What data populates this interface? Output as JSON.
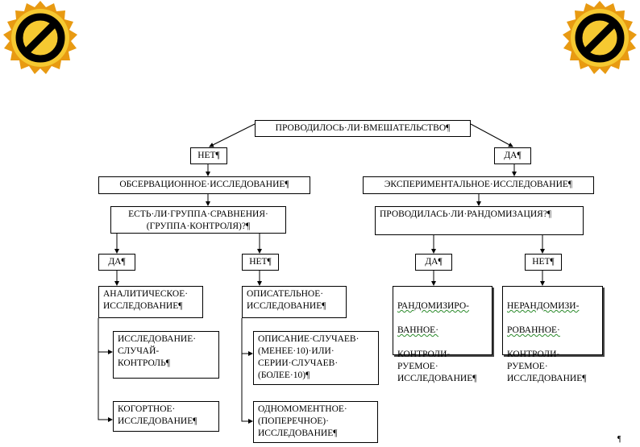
{
  "badges": {
    "left_icon": "no-entry-sign-icon",
    "right_icon": "no-entry-sign-icon",
    "gold": "#f2c12e",
    "ring": "#e89a12"
  },
  "root": "ПРОВОДИЛОСЬ·ЛИ·ВМЕШАТЕЛЬСТВО¶",
  "left": {
    "no": "НЕТ¶",
    "observational": "ОБСЕРВАЦИОННОЕ·ИССЛЕДОВАНИЕ¶",
    "comparison_group": "ЕСТЬ·ЛИ·ГРУППА·СРАВНЕНИЯ·\n(ГРУППА·КОНТРОЛЯ)?¶",
    "yes_branch": "ДА¶",
    "no_branch": "НЕТ¶",
    "analytical": "АНАЛИТИЧЕСКОЕ·\nИССЛЕДОВАНИЕ¶",
    "descriptive": "ОПИСАТЕЛЬНОЕ·\nИССЛЕДОВАНИЕ¶",
    "case_control": "ИССЛЕДОВАНИЕ·\nСЛУЧАЙ-\nКОНТРОЛЬ¶",
    "cohort": "КОГОРТНОЕ·\nИССЛЕДОВАНИЕ¶",
    "case_series": "ОПИСАНИЕ·СЛУЧАЕВ·\n(МЕНЕЕ·10)·ИЛИ·\nСЕРИИ·СЛУЧАЕВ·\n(БОЛЕЕ·10)¶",
    "cross_sectional": "ОДНОМОМЕНТНОЕ·\n(ПОПЕРЕЧНОЕ)·\nИССЛЕДОВАНИЕ¶"
  },
  "right": {
    "yes": "ДА¶",
    "experimental": "ЭКСПЕРИМЕНТАЛЬНОЕ·ИССЛЕДОВАНИЕ¶",
    "randomization": "ПРОВОДИЛАСЬ·ЛИ·РАНДОМИЗАЦИЯ?¶",
    "yes_branch": "ДА¶",
    "no_branch": "НЕТ¶",
    "randomized_l1": "РАНДОМИЗИРО-",
    "randomized_l2": "ВАННОЕ·",
    "randomized_rest": "КОНТРОЛИ-\nРУЕМОЕ·\nИССЛЕДОВАНИЕ¶",
    "nonrandomized_l1": "НЕРАНДОМИЗИ-",
    "nonrandomized_l2": "РОВАННОЕ·",
    "nonrandomized_rest": "КОНТРОЛИ-\nРУЕМОЕ·\nИССЛЕДОВАНИЕ¶"
  },
  "corner_mark": "¶"
}
